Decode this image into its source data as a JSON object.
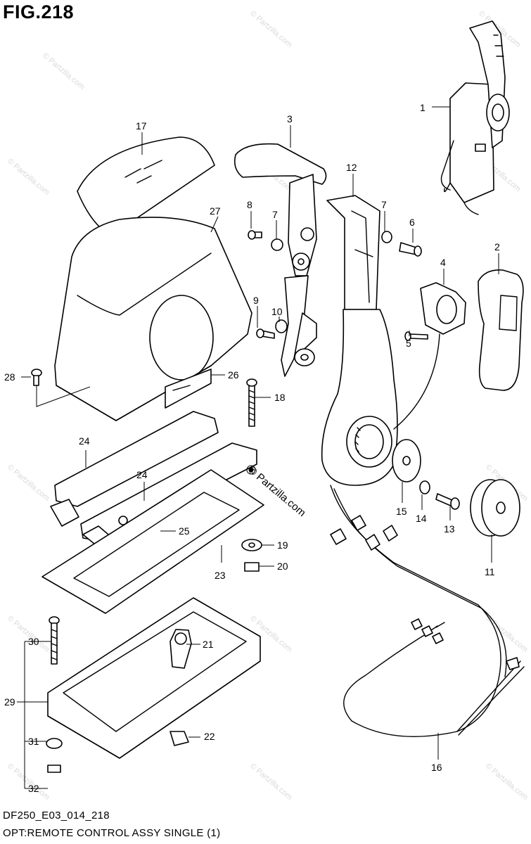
{
  "figure": {
    "title": "FIG.218",
    "code": "DF250_E03_014_218",
    "description": "OPT:REMOTE CONTROL ASSY SINGLE (1)"
  },
  "watermark": {
    "main": "© Partzilla.com",
    "small": "© Partzilla.com"
  },
  "callouts": {
    "c1": "1",
    "c2": "2",
    "c3": "3",
    "c4": "4",
    "c5": "5",
    "c6": "6",
    "c7a": "7",
    "c7b": "7",
    "c8": "8",
    "c9": "9",
    "c10": "10",
    "c11": "11",
    "c12": "12",
    "c13": "13",
    "c14": "14",
    "c15": "15",
    "c16": "16",
    "c17": "17",
    "c18": "18",
    "c19": "19",
    "c20": "20",
    "c21": "21",
    "c22": "22",
    "c23": "23",
    "c24a": "24",
    "c24b": "24",
    "c25": "25",
    "c26": "26",
    "c27": "27",
    "c28": "28",
    "c29": "29",
    "c30": "30",
    "c31": "31",
    "c32": "32"
  }
}
